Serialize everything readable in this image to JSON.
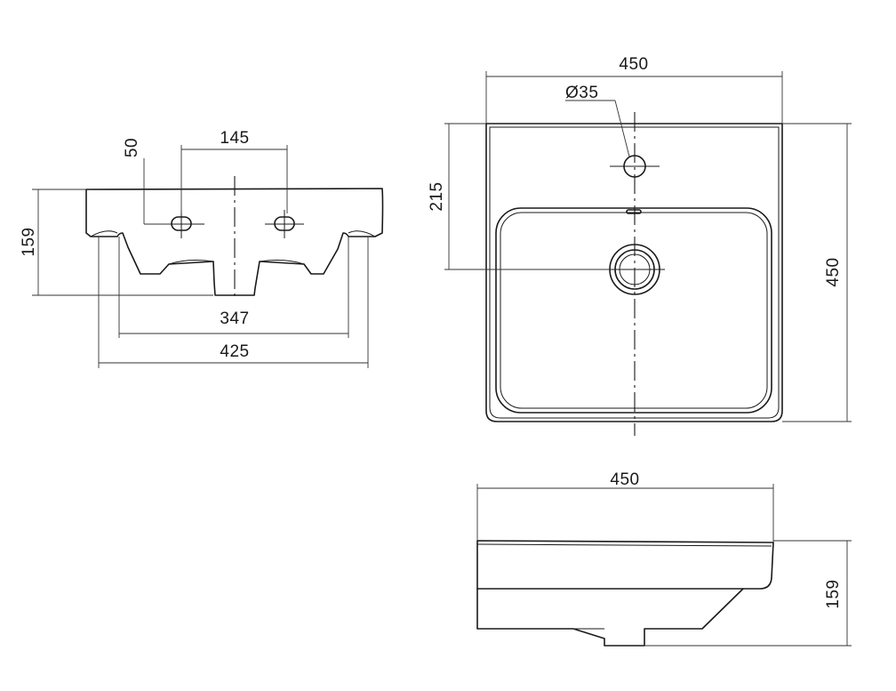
{
  "front_view": {
    "dim_tap_spacing": "145",
    "dim_tap_offset": "50",
    "dim_height": "159",
    "dim_inner_width": "347",
    "dim_overall_width": "425"
  },
  "top_view": {
    "dim_width": "450",
    "dim_depth": "450",
    "dim_drain_offset": "215",
    "dim_tap_hole": "Ø35"
  },
  "side_view": {
    "dim_depth": "450",
    "dim_height": "159"
  }
}
